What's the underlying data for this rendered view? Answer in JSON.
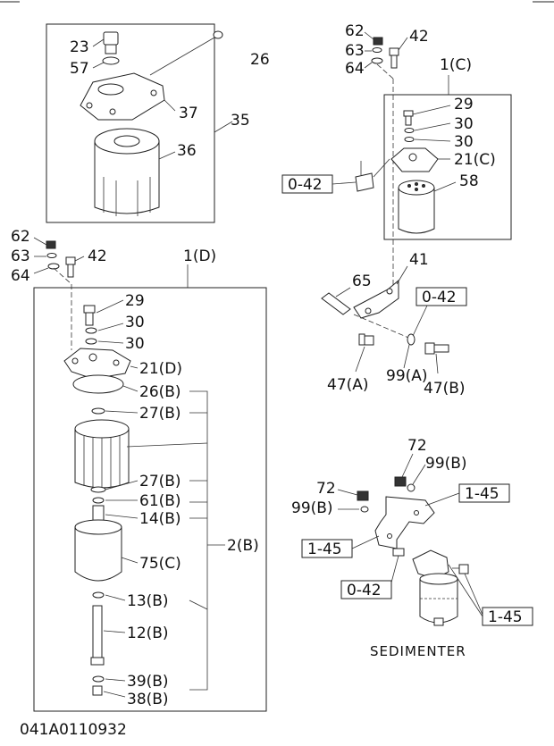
{
  "drawing_code": "041A0110932",
  "sedimenter_label": "SEDIMENTER",
  "labels": {
    "p23": "23",
    "p57": "57",
    "p26": "26",
    "p37": "37",
    "p35": "35",
    "p36": "36",
    "p62a": "62",
    "p63a": "63",
    "p64a": "64",
    "p42a": "42",
    "p1c": "1(C)",
    "p29a": "29",
    "p30a": "30",
    "p30b": "30",
    "p21c": "21(C)",
    "p58": "58",
    "p041a": "0-42",
    "p65": "65",
    "p41": "41",
    "p042b": "0-42",
    "p47a": "47(A)",
    "p99a": "99(A)",
    "p47b": "47(B)",
    "p62b": "62",
    "p63b": "63",
    "p64b": "64",
    "p42b": "42",
    "p1d": "1(D)",
    "p29b": "29",
    "p30c": "30",
    "p30d": "30",
    "p21d": "21(D)",
    "p26b": "26(B)",
    "p27b1": "27(B)",
    "p27b2": "27(B)",
    "p61b": "61(B)",
    "p14b": "14(B)",
    "p75c": "75(C)",
    "p2b": "2(B)",
    "p13b": "13(B)",
    "p12b": "12(B)",
    "p39b": "39(B)",
    "p38b": "38(B)",
    "p72a": "72",
    "p99b1": "99(B)",
    "p72b": "72",
    "p99b2": "99(B)",
    "p145a": "1-45",
    "p145b": "1-45",
    "p042c": "0-42",
    "p145c": "1-45"
  }
}
